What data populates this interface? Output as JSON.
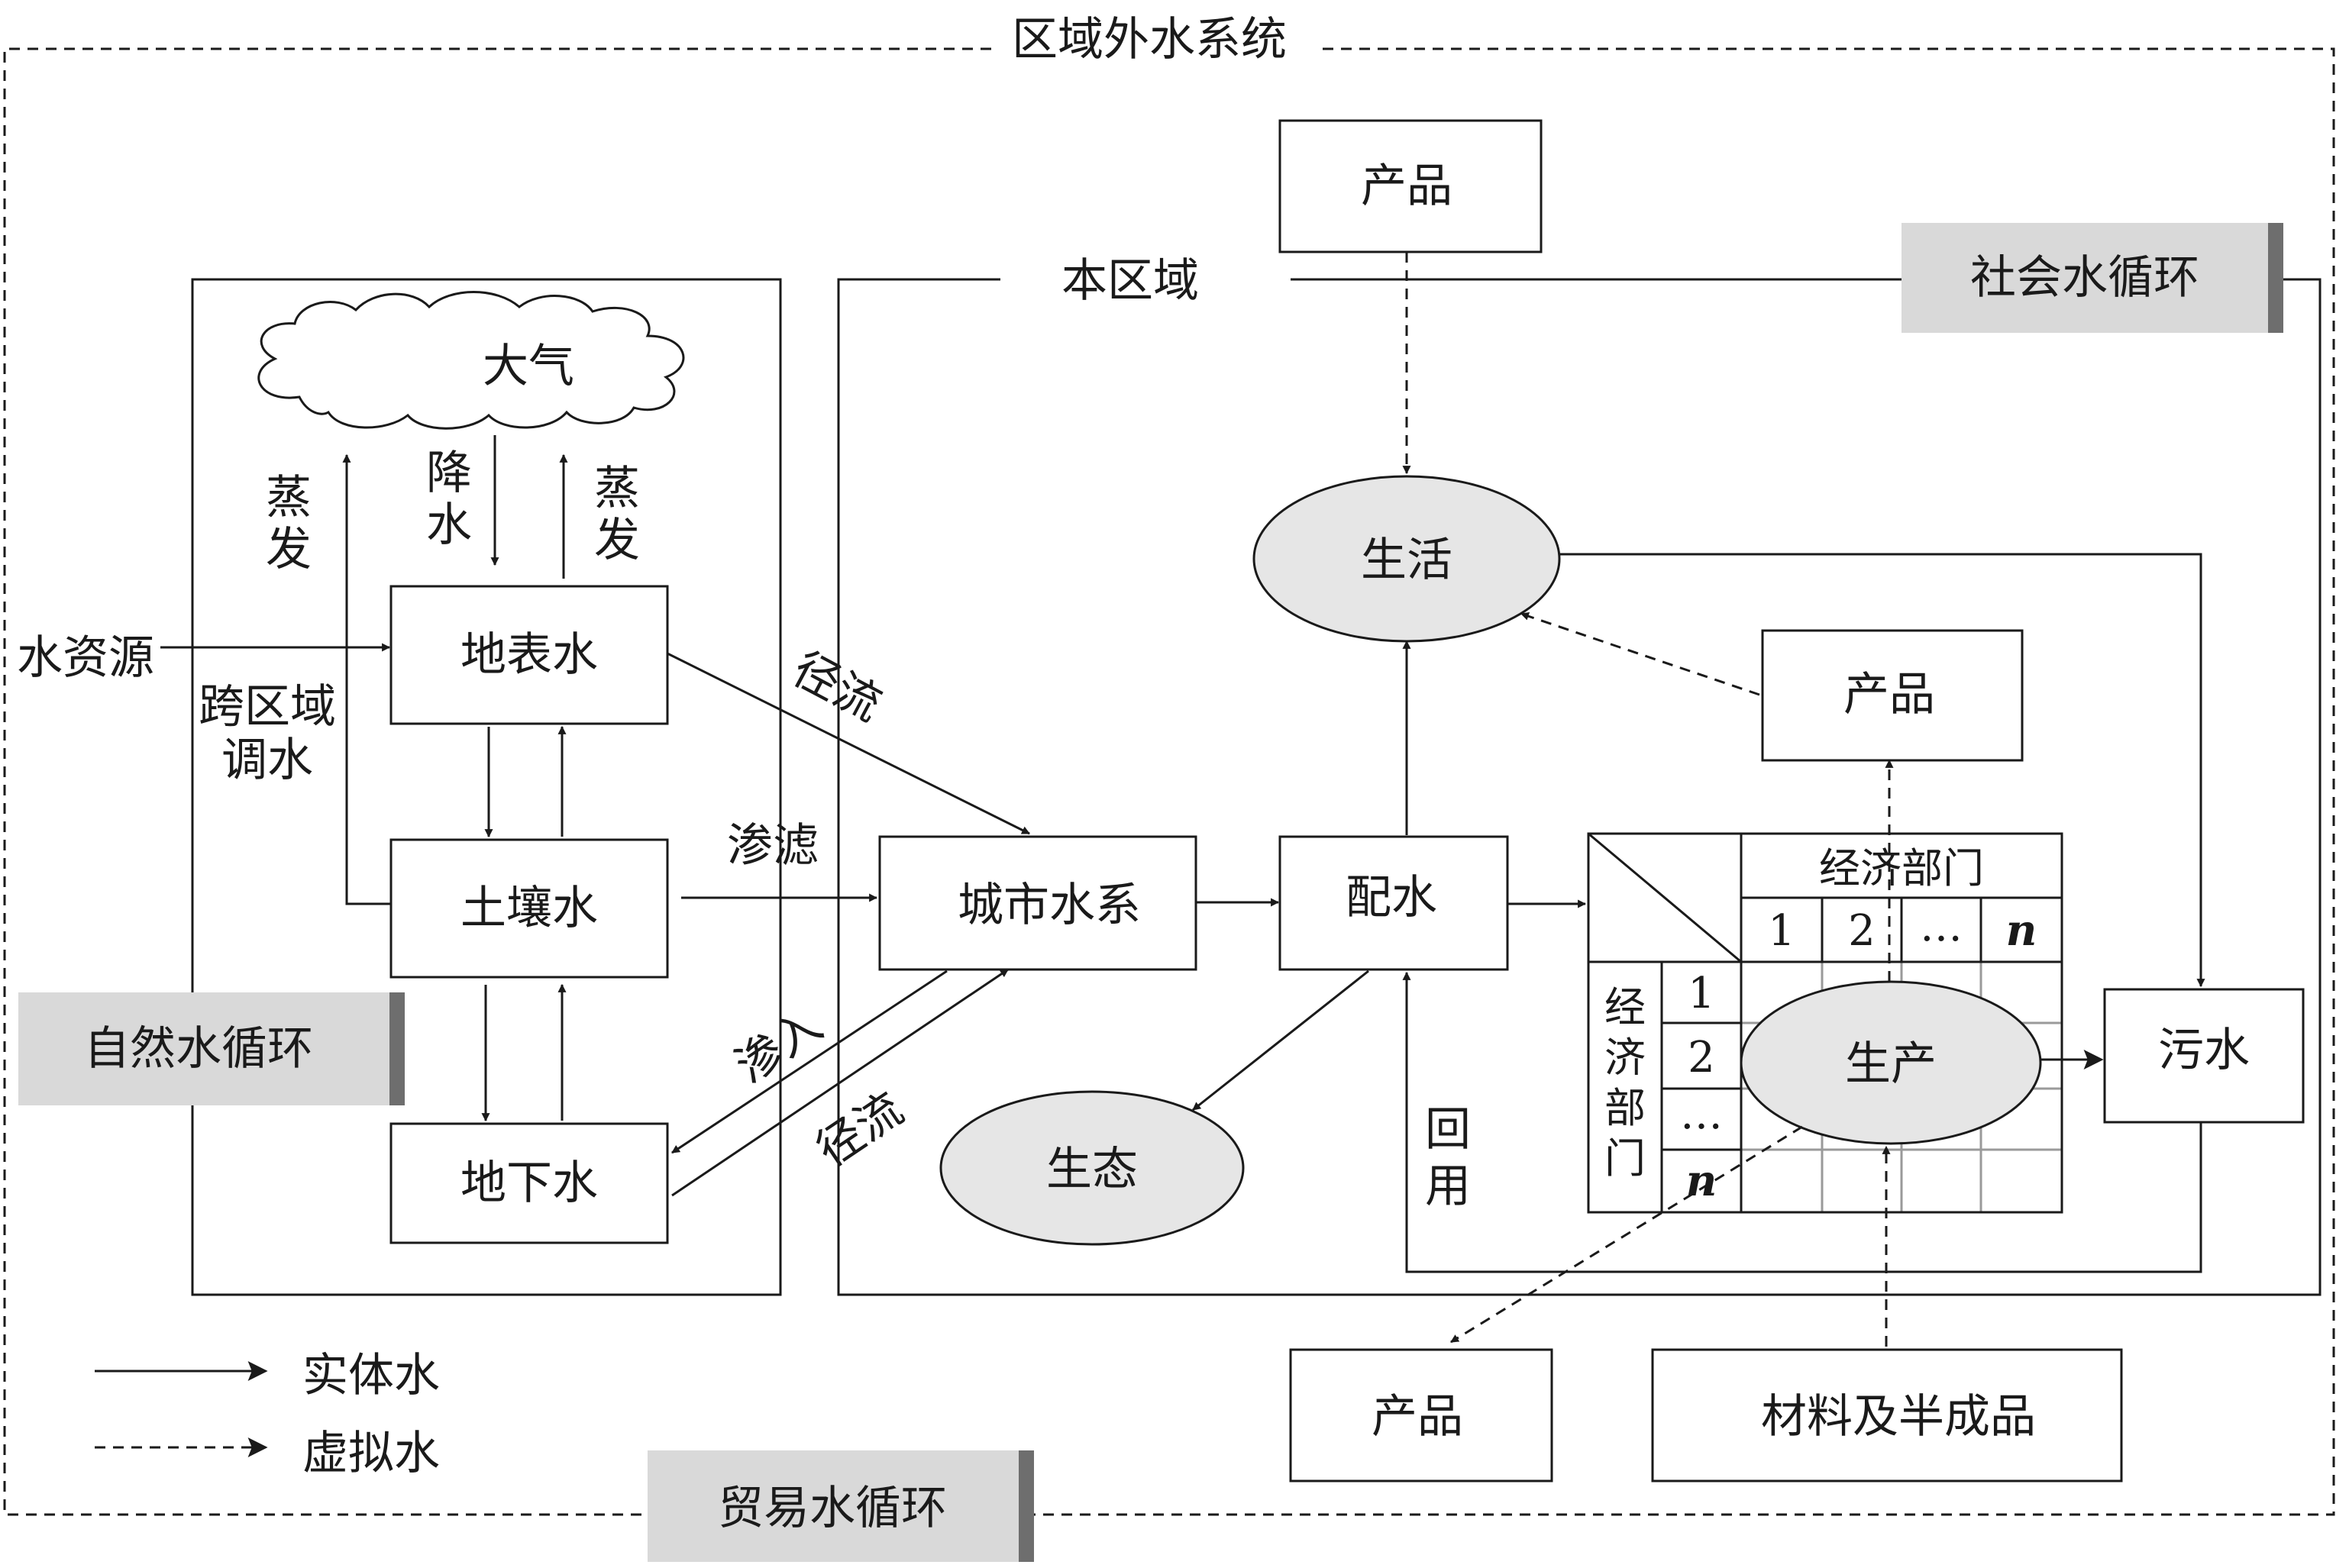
{
  "title": "区域外水系统",
  "region_label": "本区域",
  "cycles": {
    "natural": "自然水循环",
    "social": "社会水循环",
    "trade": "贸易水循环"
  },
  "nodes": {
    "atmosphere": "大气",
    "surface_water": "地表水",
    "soil_water": "土壤水",
    "groundwater": "地下水",
    "urban_water": "城市水系",
    "distribution": "配水",
    "living": "生活",
    "ecology": "生态",
    "production": "生产",
    "sewage": "污水",
    "product_top": "产品",
    "product_mid": "产品",
    "product_bottom": "产品",
    "materials": "材料及半成品"
  },
  "edge_labels": {
    "precipitation": [
      "降",
      "水"
    ],
    "evaporation_left": [
      "蒸",
      "发"
    ],
    "evaporation_right": [
      "蒸",
      "发"
    ],
    "water_source": "水资源",
    "inter_basin_1": "跨区域",
    "inter_basin_2": "调水",
    "runoff_1": "径流",
    "infiltration": "渗滤",
    "seepage": "渗入",
    "runoff_2": "径流",
    "reuse": [
      "回",
      "用"
    ]
  },
  "matrix": {
    "col_header": "经济部门",
    "row_header": [
      "经",
      "济",
      "部",
      "门"
    ],
    "col_indices": [
      "1",
      "2",
      "…",
      "n"
    ],
    "row_indices": [
      "1",
      "2",
      "…",
      "n"
    ]
  },
  "legend": {
    "solid": "实体水",
    "dashed": "虚拟水"
  }
}
